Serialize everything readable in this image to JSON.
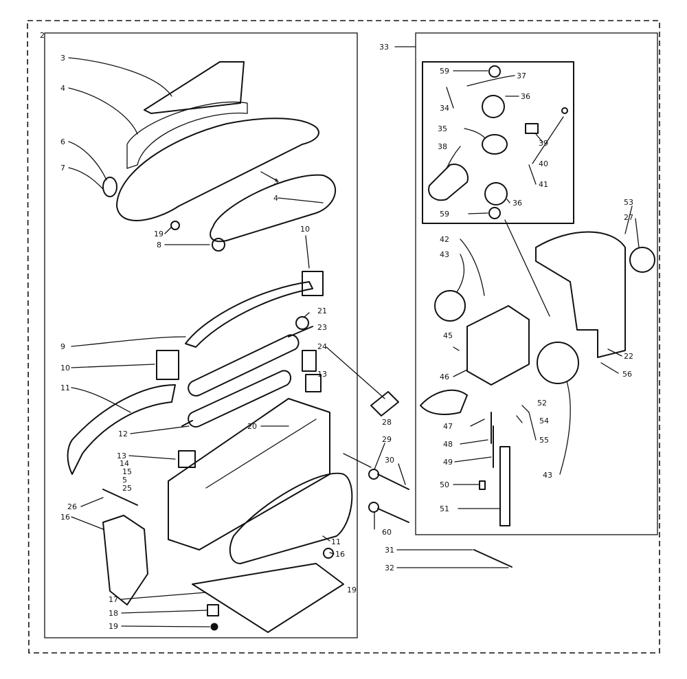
{
  "diagram": {
    "callouts": [
      {
        "id": "c2",
        "text": "2"
      },
      {
        "id": "c3a",
        "text": "3"
      },
      {
        "id": "c4a",
        "text": "4"
      },
      {
        "id": "c6",
        "text": "6"
      },
      {
        "id": "c7",
        "text": "7"
      },
      {
        "id": "c3b",
        "text": "3"
      },
      {
        "id": "c4b",
        "text": "4"
      },
      {
        "id": "c19a",
        "text": "19"
      },
      {
        "id": "c8",
        "text": "8"
      },
      {
        "id": "c10a",
        "text": "10"
      },
      {
        "id": "c9",
        "text": "9"
      },
      {
        "id": "c10b",
        "text": "10"
      },
      {
        "id": "c11a",
        "text": "11"
      },
      {
        "id": "c12",
        "text": "12"
      },
      {
        "id": "c21",
        "text": "21"
      },
      {
        "id": "c23",
        "text": "23"
      },
      {
        "id": "c24",
        "text": "24"
      },
      {
        "id": "c13a",
        "text": "13"
      },
      {
        "id": "c20",
        "text": "20"
      },
      {
        "id": "c13b",
        "text": "13"
      },
      {
        "id": "c14",
        "text": "14"
      },
      {
        "id": "c15",
        "text": "15"
      },
      {
        "id": "c5",
        "text": "5"
      },
      {
        "id": "c25",
        "text": "25"
      },
      {
        "id": "c26",
        "text": "26"
      },
      {
        "id": "c16a",
        "text": "16"
      },
      {
        "id": "c11b",
        "text": "11"
      },
      {
        "id": "c16b",
        "text": "16"
      },
      {
        "id": "c19b",
        "text": "19"
      },
      {
        "id": "c17",
        "text": "17"
      },
      {
        "id": "c18",
        "text": "18"
      },
      {
        "id": "c19c",
        "text": "19"
      },
      {
        "id": "c33",
        "text": "33"
      },
      {
        "id": "c59a",
        "text": "59"
      },
      {
        "id": "c37",
        "text": "37"
      },
      {
        "id": "c34a",
        "text": "34"
      },
      {
        "id": "c36a",
        "text": "36"
      },
      {
        "id": "c35",
        "text": "35"
      },
      {
        "id": "c39",
        "text": "39"
      },
      {
        "id": "c38",
        "text": "38"
      },
      {
        "id": "c40",
        "text": "40"
      },
      {
        "id": "c41",
        "text": "41"
      },
      {
        "id": "c36b",
        "text": "36"
      },
      {
        "id": "c59b",
        "text": "59"
      },
      {
        "id": "c42",
        "text": "42"
      },
      {
        "id": "c43a",
        "text": "43"
      },
      {
        "id": "c45",
        "text": "45"
      },
      {
        "id": "c46",
        "text": "46"
      },
      {
        "id": "c28",
        "text": "28"
      },
      {
        "id": "c47",
        "text": "47"
      },
      {
        "id": "c48",
        "text": "48"
      },
      {
        "id": "c49",
        "text": "49"
      },
      {
        "id": "c50",
        "text": "50"
      },
      {
        "id": "c51",
        "text": "51"
      },
      {
        "id": "c52",
        "text": "52"
      },
      {
        "id": "c54",
        "text": "54"
      },
      {
        "id": "c55",
        "text": "55"
      },
      {
        "id": "c43b",
        "text": "43"
      },
      {
        "id": "c29",
        "text": "29"
      },
      {
        "id": "c30",
        "text": "30"
      },
      {
        "id": "c60",
        "text": "60"
      },
      {
        "id": "c31",
        "text": "31"
      },
      {
        "id": "c32",
        "text": "32"
      },
      {
        "id": "c53",
        "text": "53"
      },
      {
        "id": "c27",
        "text": "27"
      },
      {
        "id": "c22",
        "text": "22"
      },
      {
        "id": "c56",
        "text": "56"
      }
    ]
  }
}
